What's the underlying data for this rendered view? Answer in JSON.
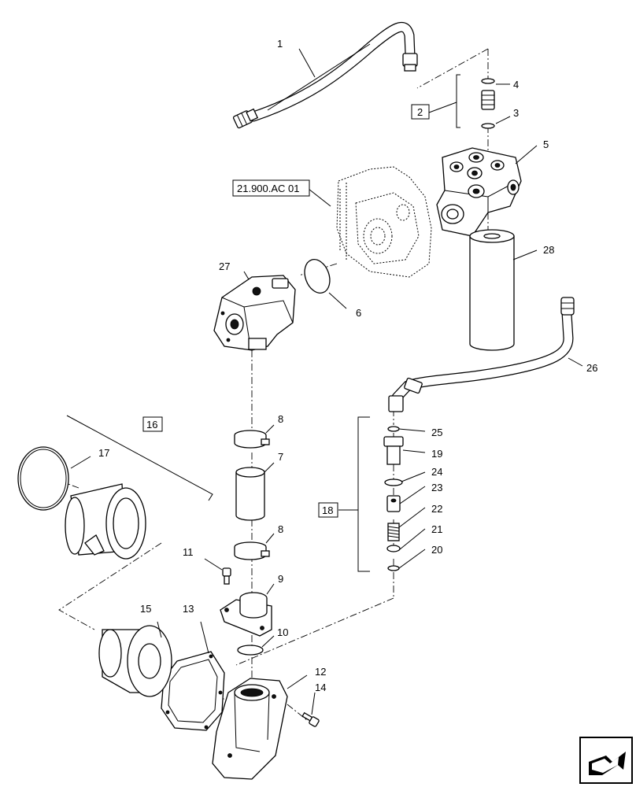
{
  "callouts": [
    "1",
    "2",
    "3",
    "4",
    "5",
    "6",
    "7",
    "8",
    "8",
    "9",
    "10",
    "11",
    "12",
    "13",
    "14",
    "15",
    "16",
    "17",
    "18",
    "19",
    "20",
    "21",
    "22",
    "23",
    "24",
    "25",
    "26",
    "27",
    "28"
  ],
  "reference_box": "21.900.AC 01",
  "group_labels": {
    "g2": "2",
    "g16": "16",
    "g18": "18"
  },
  "nav_icon": "next-page-arrow-icon"
}
